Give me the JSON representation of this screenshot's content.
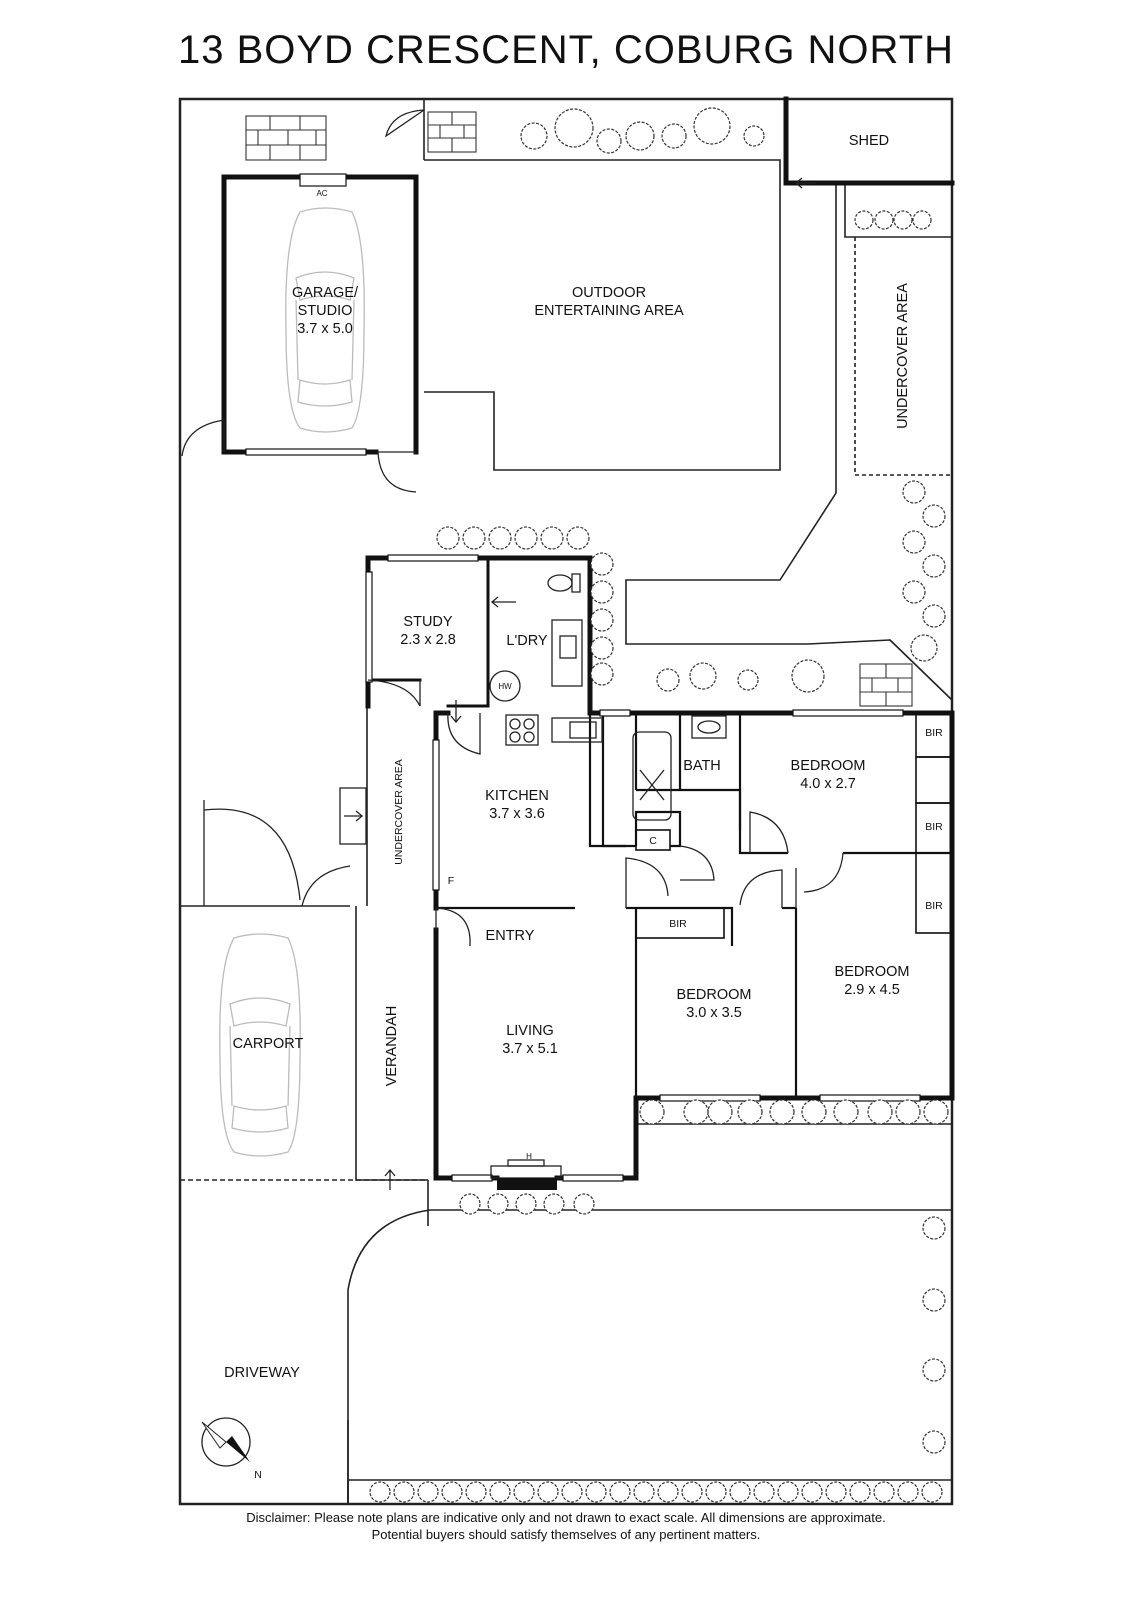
{
  "title": "13 BOYD CRESCENT, COBURG NORTH",
  "rooms": {
    "garage": {
      "name_l1": "GARAGE/",
      "name_l2": "STUDIO",
      "dims": "3.7 x 5.0"
    },
    "ac": "AC",
    "shed": "SHED",
    "outdoor": {
      "l1": "OUTDOOR",
      "l2": "ENTERTAINING AREA"
    },
    "undercover_rear": "UNDERCOVER AREA",
    "study": {
      "name": "STUDY",
      "dims": "2.3 x 2.8"
    },
    "laundry": "L'DRY",
    "hw": "HW",
    "kitchen": {
      "name": "KITCHEN",
      "dims": "3.7 x 3.6"
    },
    "undercover_side": "UNDERCOVER AREA",
    "fridge": "F",
    "bath": "BATH",
    "cupboard": "C",
    "bedroom1": {
      "name": "BEDROOM",
      "dims": "4.0 x 2.7"
    },
    "bedroom2": {
      "name": "BEDROOM",
      "dims": "2.9 x 4.5"
    },
    "bedroom3": {
      "name": "BEDROOM",
      "dims": "3.0 x 3.5"
    },
    "bir": "BIR",
    "entry": "ENTRY",
    "living": {
      "name": "LIVING",
      "dims": "3.7 x 5.1"
    },
    "heater": "H",
    "verandah": "VERANDAH",
    "carport": "CARPORT",
    "driveway": "DRIVEWAY"
  },
  "compass": {
    "north": "N"
  },
  "disclaimer": {
    "line1": "Disclaimer: Please note plans are indicative only and not drawn to exact scale. All dimensions are approximate.",
    "line2": "Potential buyers should satisfy themselves of any pertinent matters."
  },
  "colors": {
    "wall": "#111111",
    "line": "#222222",
    "shrub": "#333333"
  }
}
